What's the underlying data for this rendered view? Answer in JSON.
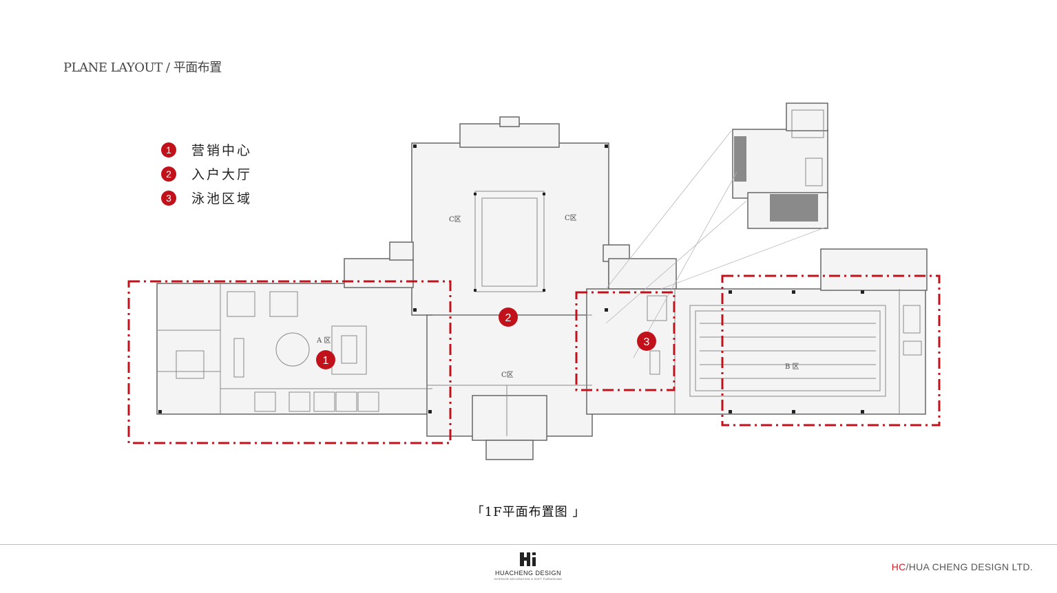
{
  "header": {
    "title": "PLANE LAYOUT / 平面布置"
  },
  "legend": {
    "items": [
      {
        "num": "1",
        "label": "营销中心"
      },
      {
        "num": "2",
        "label": "入户大厅"
      },
      {
        "num": "3",
        "label": "泳池区域"
      }
    ]
  },
  "plan": {
    "markers": [
      {
        "num": "1"
      },
      {
        "num": "2"
      },
      {
        "num": "3"
      }
    ],
    "zone_labels": {
      "a": "A 区",
      "b": "B 区",
      "c1": "C区",
      "c2": "C区",
      "c3": "C区"
    },
    "highlight_color": "#c1121c"
  },
  "caption": {
    "text": "「1F平面布置图 」"
  },
  "footer": {
    "logo_name": "HUACHENG DESIGN",
    "logo_sub": "INTERIOR DECORATION & SOFT FURNISHING",
    "company_hc": "HC",
    "company_rest": "/HUA CHENG DESIGN LTD."
  }
}
